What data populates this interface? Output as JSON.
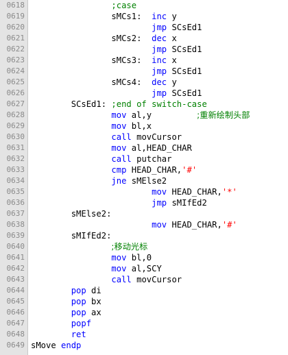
{
  "colors": {
    "keyword": "#0000ff",
    "string": "#ff0000",
    "comment": "#008000",
    "text": "#000000",
    "gutter_bg": "#e4e4e4",
    "line_number": "#8a8a8a"
  },
  "lines": [
    {
      "n": "0618",
      "indent": 16,
      "tokens": [
        {
          "t": "cmt",
          "v": ";case"
        }
      ]
    },
    {
      "n": "0619",
      "indent": 16,
      "tokens": [
        {
          "t": "txt",
          "v": "sMCs1:  "
        },
        {
          "t": "kw",
          "v": "inc"
        },
        {
          "t": "txt",
          "v": " y"
        }
      ]
    },
    {
      "n": "0620",
      "indent": 24,
      "tokens": [
        {
          "t": "kw",
          "v": "jmp"
        },
        {
          "t": "txt",
          "v": " SCsEd1"
        }
      ]
    },
    {
      "n": "0621",
      "indent": 16,
      "tokens": [
        {
          "t": "txt",
          "v": "sMCs2:  "
        },
        {
          "t": "kw",
          "v": "dec"
        },
        {
          "t": "txt",
          "v": " x"
        }
      ]
    },
    {
      "n": "0622",
      "indent": 24,
      "tokens": [
        {
          "t": "kw",
          "v": "jmp"
        },
        {
          "t": "txt",
          "v": " SCsEd1"
        }
      ]
    },
    {
      "n": "0623",
      "indent": 16,
      "tokens": [
        {
          "t": "txt",
          "v": "sMCs3:  "
        },
        {
          "t": "kw",
          "v": "inc"
        },
        {
          "t": "txt",
          "v": " x"
        }
      ]
    },
    {
      "n": "0624",
      "indent": 24,
      "tokens": [
        {
          "t": "kw",
          "v": "jmp"
        },
        {
          "t": "txt",
          "v": " SCsEd1"
        }
      ]
    },
    {
      "n": "0625",
      "indent": 16,
      "tokens": [
        {
          "t": "txt",
          "v": "sMCs4:  "
        },
        {
          "t": "kw",
          "v": "dec"
        },
        {
          "t": "txt",
          "v": " y"
        }
      ]
    },
    {
      "n": "0626",
      "indent": 24,
      "tokens": [
        {
          "t": "kw",
          "v": "jmp"
        },
        {
          "t": "txt",
          "v": " SCsEd1"
        }
      ]
    },
    {
      "n": "0627",
      "indent": 8,
      "tokens": [
        {
          "t": "txt",
          "v": "SCsEd1: "
        },
        {
          "t": "cmt",
          "v": ";end of switch-case"
        }
      ]
    },
    {
      "n": "0628",
      "indent": 16,
      "tokens": [
        {
          "t": "kw",
          "v": "mov"
        },
        {
          "t": "txt",
          "v": " al,y         "
        },
        {
          "t": "cmt",
          "v": ";重新绘制头部",
          "cjk": true
        }
      ]
    },
    {
      "n": "0629",
      "indent": 16,
      "tokens": [
        {
          "t": "kw",
          "v": "mov"
        },
        {
          "t": "txt",
          "v": " bl,x"
        }
      ]
    },
    {
      "n": "0630",
      "indent": 16,
      "tokens": [
        {
          "t": "kw",
          "v": "call"
        },
        {
          "t": "txt",
          "v": " movCursor"
        }
      ]
    },
    {
      "n": "0631",
      "indent": 16,
      "tokens": [
        {
          "t": "kw",
          "v": "mov"
        },
        {
          "t": "txt",
          "v": " al,HEAD_CHAR"
        }
      ]
    },
    {
      "n": "0632",
      "indent": 16,
      "tokens": [
        {
          "t": "kw",
          "v": "call"
        },
        {
          "t": "txt",
          "v": " putchar"
        }
      ]
    },
    {
      "n": "0633",
      "indent": 16,
      "tokens": [
        {
          "t": "kw",
          "v": "cmp"
        },
        {
          "t": "txt",
          "v": " HEAD_CHAR,"
        },
        {
          "t": "str",
          "v": "'#'"
        }
      ]
    },
    {
      "n": "0634",
      "indent": 16,
      "tokens": [
        {
          "t": "kw",
          "v": "jne"
        },
        {
          "t": "txt",
          "v": " sMElse2"
        }
      ]
    },
    {
      "n": "0635",
      "indent": 24,
      "tokens": [
        {
          "t": "kw",
          "v": "mov"
        },
        {
          "t": "txt",
          "v": " HEAD_CHAR,"
        },
        {
          "t": "str",
          "v": "'*'"
        }
      ]
    },
    {
      "n": "0636",
      "indent": 24,
      "tokens": [
        {
          "t": "kw",
          "v": "jmp"
        },
        {
          "t": "txt",
          "v": " sMIfEd2"
        }
      ]
    },
    {
      "n": "0637",
      "indent": 8,
      "tokens": [
        {
          "t": "txt",
          "v": "sMElse2:"
        }
      ]
    },
    {
      "n": "0638",
      "indent": 24,
      "tokens": [
        {
          "t": "kw",
          "v": "mov"
        },
        {
          "t": "txt",
          "v": " HEAD_CHAR,"
        },
        {
          "t": "str",
          "v": "'#'"
        }
      ]
    },
    {
      "n": "0639",
      "indent": 8,
      "tokens": [
        {
          "t": "txt",
          "v": "sMIfEd2:"
        }
      ]
    },
    {
      "n": "0640",
      "indent": 16,
      "tokens": [
        {
          "t": "cmt",
          "v": ";移动光标",
          "cjk": true
        }
      ]
    },
    {
      "n": "0641",
      "indent": 16,
      "tokens": [
        {
          "t": "kw",
          "v": "mov"
        },
        {
          "t": "txt",
          "v": " bl,0"
        }
      ]
    },
    {
      "n": "0642",
      "indent": 16,
      "tokens": [
        {
          "t": "kw",
          "v": "mov"
        },
        {
          "t": "txt",
          "v": " al,SCY"
        }
      ]
    },
    {
      "n": "0643",
      "indent": 16,
      "tokens": [
        {
          "t": "kw",
          "v": "call"
        },
        {
          "t": "txt",
          "v": " movCursor"
        }
      ]
    },
    {
      "n": "0644",
      "indent": 8,
      "tokens": [
        {
          "t": "kw",
          "v": "pop"
        },
        {
          "t": "txt",
          "v": " di"
        }
      ]
    },
    {
      "n": "0645",
      "indent": 8,
      "tokens": [
        {
          "t": "kw",
          "v": "pop"
        },
        {
          "t": "txt",
          "v": " bx"
        }
      ]
    },
    {
      "n": "0646",
      "indent": 8,
      "tokens": [
        {
          "t": "kw",
          "v": "pop"
        },
        {
          "t": "txt",
          "v": " ax"
        }
      ]
    },
    {
      "n": "0647",
      "indent": 8,
      "tokens": [
        {
          "t": "kw",
          "v": "popf"
        }
      ]
    },
    {
      "n": "0648",
      "indent": 8,
      "tokens": [
        {
          "t": "kw",
          "v": "ret"
        }
      ]
    },
    {
      "n": "0649",
      "indent": 0,
      "tokens": [
        {
          "t": "txt",
          "v": "sMove "
        },
        {
          "t": "kw",
          "v": "endp"
        }
      ]
    }
  ]
}
